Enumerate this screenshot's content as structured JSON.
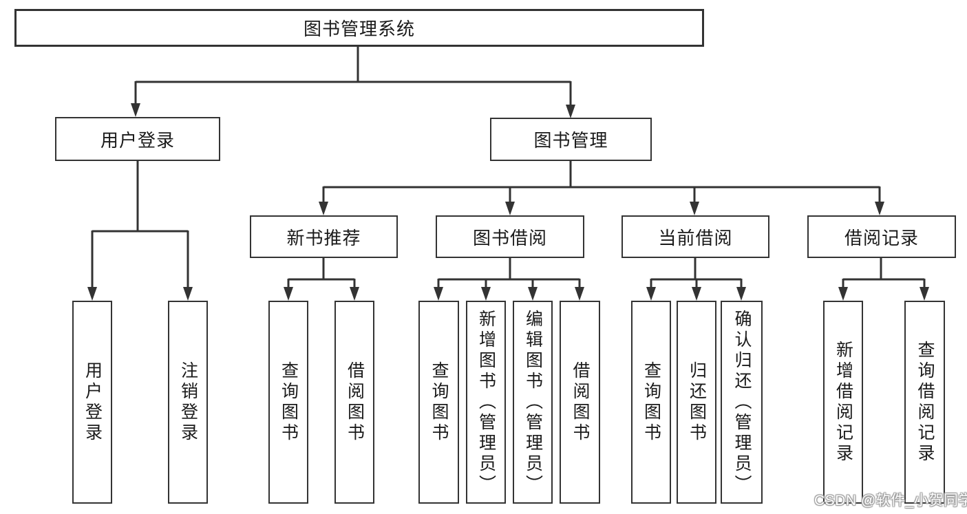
{
  "diagram": {
    "root": "图书管理系统",
    "level2": {
      "user_login": "用户登录",
      "book_mgmt": "图书管理"
    },
    "level3": {
      "new_book": "新书推荐",
      "borrow": "图书借阅",
      "current": "当前借阅",
      "records": "借阅记录"
    },
    "leaves": {
      "user_login": [
        "用户登录",
        "注销登录"
      ],
      "new_book": [
        "查询图书",
        "借阅图书"
      ],
      "borrow": [
        "查询图书",
        "新增图书（管理员）",
        "编辑图书（管理员）",
        "借阅图书"
      ],
      "current": [
        "查询图书",
        "归还图书",
        "确认归还（管理员）"
      ],
      "records": [
        "新增借阅记录",
        "查询借阅记录"
      ]
    }
  },
  "watermark": "CSDN @软件_小贺同学",
  "colors": {
    "line": "#333333",
    "text": "#1a1a1a",
    "background": "#ffffff",
    "watermark_text": "#ffffff",
    "watermark_shadow": "#9c9c9c"
  }
}
